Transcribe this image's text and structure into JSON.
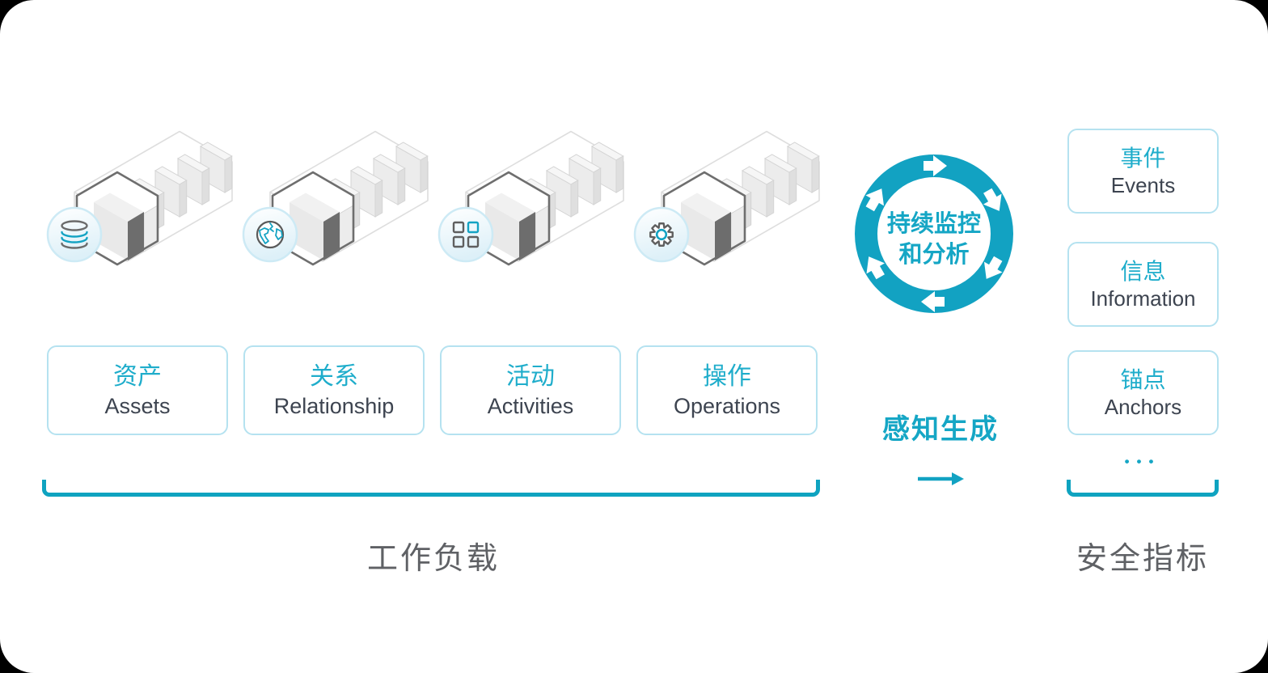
{
  "colors": {
    "teal": "#0fa3c0",
    "teal_text": "#1fadcb",
    "dark_text": "#3d4450",
    "gray_text": "#5f6165",
    "box_border": "#b5e2f0",
    "badge_border": "#cdeaf5"
  },
  "workloads": {
    "group_label": "工作负载",
    "items": [
      {
        "icon": "database-icon",
        "zh": "资产",
        "en": "Assets"
      },
      {
        "icon": "globe-icon",
        "zh": "关系",
        "en": "Relationship"
      },
      {
        "icon": "grid-icon",
        "zh": "活动",
        "en": "Activities"
      },
      {
        "icon": "gear-icon",
        "zh": "操作",
        "en": "Operations"
      }
    ]
  },
  "monitoring": {
    "ring_line1": "持续监控",
    "ring_line2": "和分析",
    "flow_label": "感知生成"
  },
  "indicators": {
    "group_label": "安全指标",
    "ellipsis": "•••",
    "items": [
      {
        "zh": "事件",
        "en": "Events"
      },
      {
        "zh": "信息",
        "en": "Information"
      },
      {
        "zh": "锚点",
        "en": "Anchors"
      }
    ]
  }
}
